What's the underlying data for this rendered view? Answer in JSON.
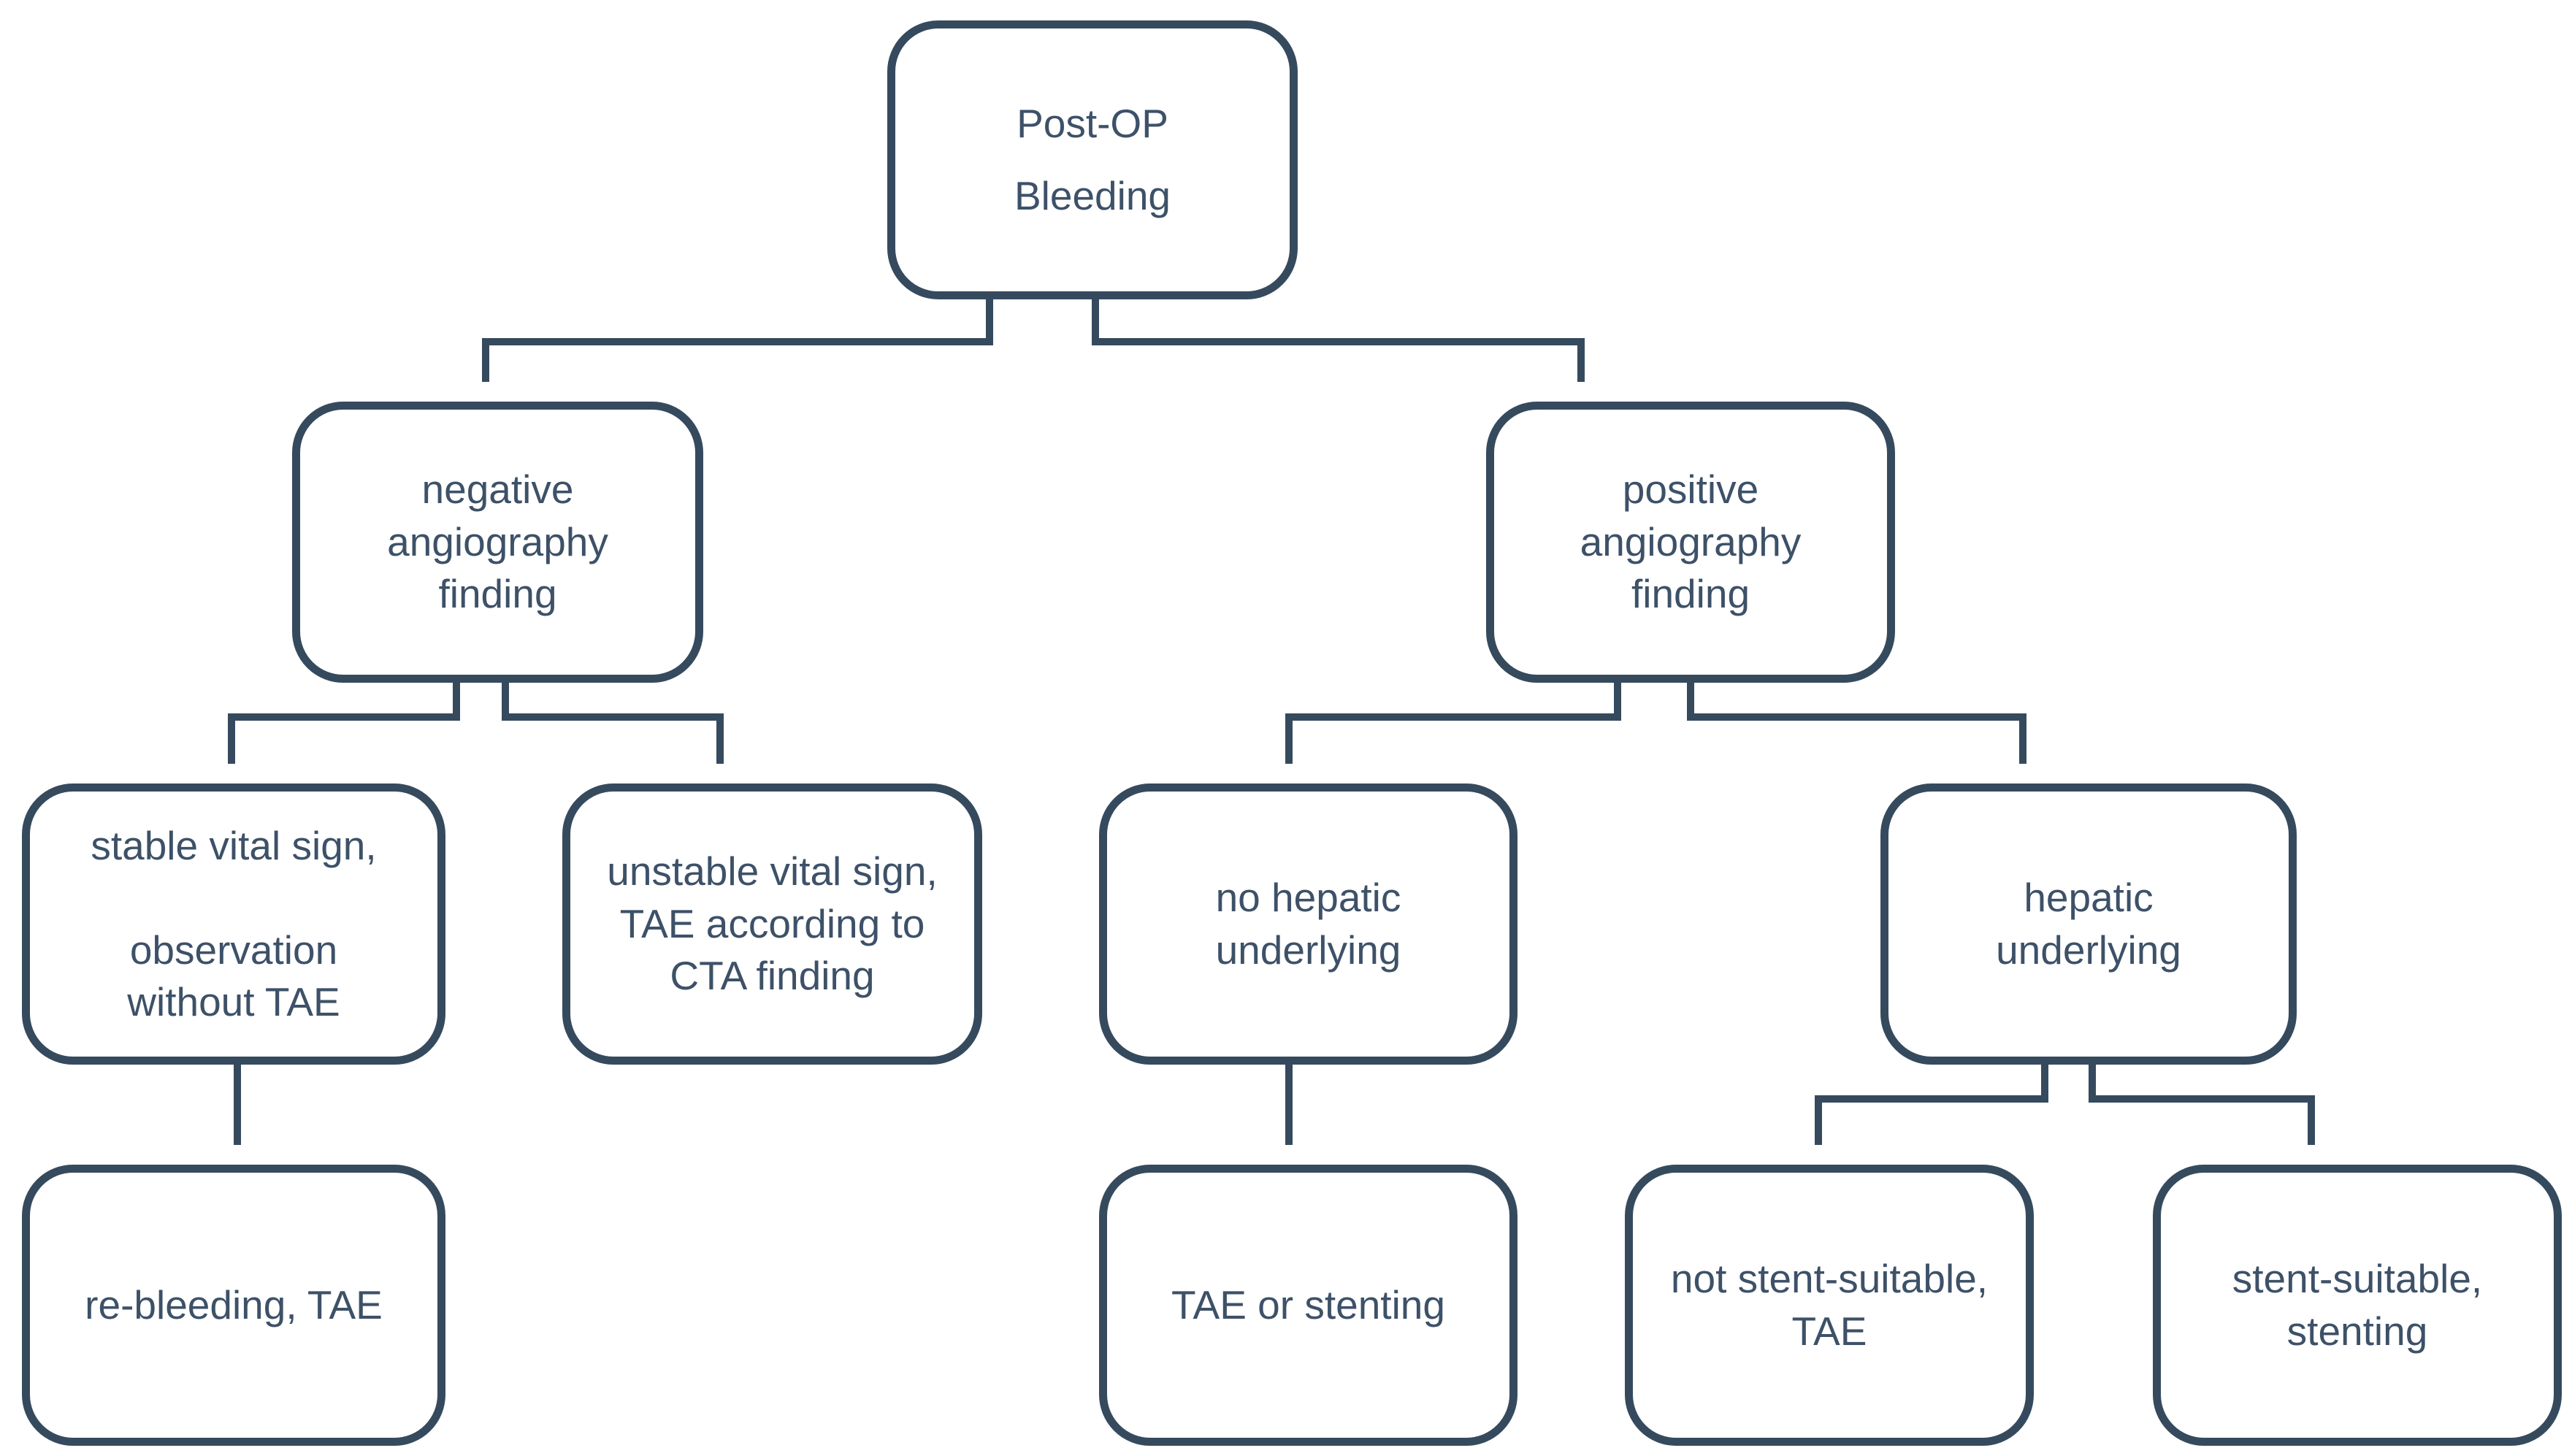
{
  "colors": {
    "line": "#364A5E",
    "text": "#3D5168",
    "background": "#FFFFFF"
  },
  "nodes": {
    "post_op_bleeding": {
      "label": "Post-OP\nBleeding"
    },
    "negative_angiography": {
      "label": "negative\nangiography\nfinding"
    },
    "positive_angiography": {
      "label": "positive\nangiography\nfinding"
    },
    "stable_vital_sign": {
      "label": "stable vital sign,\n\nobservation\nwithout TAE"
    },
    "unstable_vital_sign": {
      "label": "unstable vital sign,\nTAE according to\nCTA finding"
    },
    "no_hepatic_underlying": {
      "label": "no hepatic\nunderlying"
    },
    "hepatic_underlying": {
      "label": "hepatic\nunderlying"
    },
    "re_bleeding": {
      "label": "re-bleeding, TAE"
    },
    "tae_or_stenting": {
      "label": "TAE or stenting"
    },
    "not_stent_suitable": {
      "label": "not stent-suitable,\nTAE"
    },
    "stent_suitable": {
      "label": "stent-suitable,\nstenting"
    }
  },
  "edges": [
    {
      "from": "post_op_bleeding",
      "to": "negative_angiography"
    },
    {
      "from": "post_op_bleeding",
      "to": "positive_angiography"
    },
    {
      "from": "negative_angiography",
      "to": "stable_vital_sign"
    },
    {
      "from": "negative_angiography",
      "to": "unstable_vital_sign"
    },
    {
      "from": "stable_vital_sign",
      "to": "re_bleeding"
    },
    {
      "from": "positive_angiography",
      "to": "no_hepatic_underlying"
    },
    {
      "from": "positive_angiography",
      "to": "hepatic_underlying"
    },
    {
      "from": "no_hepatic_underlying",
      "to": "tae_or_stenting"
    },
    {
      "from": "hepatic_underlying",
      "to": "not_stent_suitable"
    },
    {
      "from": "hepatic_underlying",
      "to": "stent_suitable"
    }
  ]
}
